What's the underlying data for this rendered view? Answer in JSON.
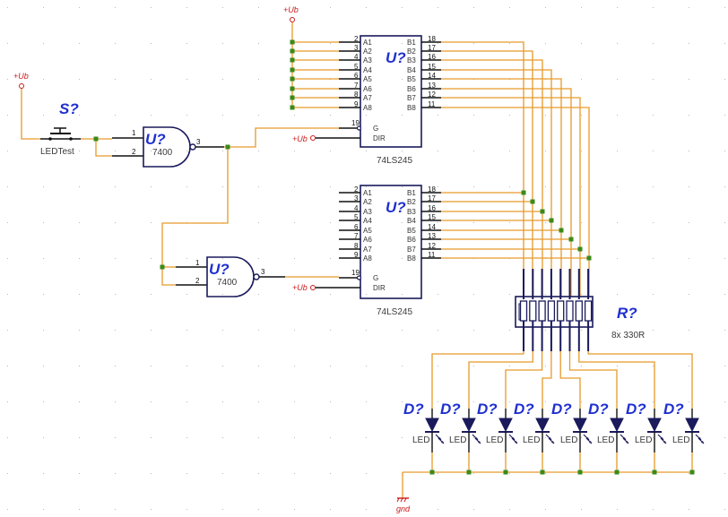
{
  "power": {
    "label": "+Ub"
  },
  "ground": {
    "label": "gnd"
  },
  "switch": {
    "ref": "S?",
    "value": "LEDTest"
  },
  "nand1": {
    "ref": "U?",
    "value": "7400",
    "pins": [
      "1",
      "2",
      "3"
    ]
  },
  "nand2": {
    "ref": "U?",
    "value": "7400",
    "pins": [
      "1",
      "2",
      "3"
    ]
  },
  "buffer1": {
    "ref": "U?",
    "value": "74LS245",
    "a_pins": [
      "2",
      "3",
      "4",
      "5",
      "6",
      "7",
      "8",
      "9"
    ],
    "a_labels": [
      "A1",
      "A2",
      "A3",
      "A4",
      "A5",
      "A6",
      "A7",
      "A8"
    ],
    "b_pins": [
      "18",
      "17",
      "16",
      "15",
      "14",
      "13",
      "12",
      "11"
    ],
    "b_labels": [
      "B1",
      "B2",
      "B3",
      "B4",
      "B5",
      "B6",
      "B7",
      "B8"
    ],
    "g_pin": "19",
    "g_label": "G",
    "dir_label": "DIR"
  },
  "buffer2": {
    "ref": "U?",
    "value": "74LS245",
    "a_pins": [
      "2",
      "3",
      "4",
      "5",
      "6",
      "7",
      "8",
      "9"
    ],
    "a_labels": [
      "A1",
      "A2",
      "A3",
      "A4",
      "A5",
      "A6",
      "A7",
      "A8"
    ],
    "b_pins": [
      "18",
      "17",
      "16",
      "15",
      "14",
      "13",
      "12",
      "11"
    ],
    "b_labels": [
      "B1",
      "B2",
      "B3",
      "B4",
      "B5",
      "B6",
      "B7",
      "B8"
    ],
    "g_pin": "19",
    "g_label": "G",
    "dir_label": "DIR"
  },
  "resistor_array": {
    "ref": "R?",
    "value": "8x 330R"
  },
  "leds": [
    {
      "ref": "D?",
      "value": "LED"
    },
    {
      "ref": "D?",
      "value": "LED"
    },
    {
      "ref": "D?",
      "value": "LED"
    },
    {
      "ref": "D?",
      "value": "LED"
    },
    {
      "ref": "D?",
      "value": "LED"
    },
    {
      "ref": "D?",
      "value": "LED"
    },
    {
      "ref": "D?",
      "value": "LED"
    },
    {
      "ref": "D?",
      "value": "LED"
    }
  ],
  "colors": {
    "wire": "#e69a2a",
    "junction": "#3a8a1a",
    "component": "#1a1a5c",
    "reference": "#1f2fd0",
    "power": "#cc1a1a",
    "grid": "#b8b8b8"
  }
}
